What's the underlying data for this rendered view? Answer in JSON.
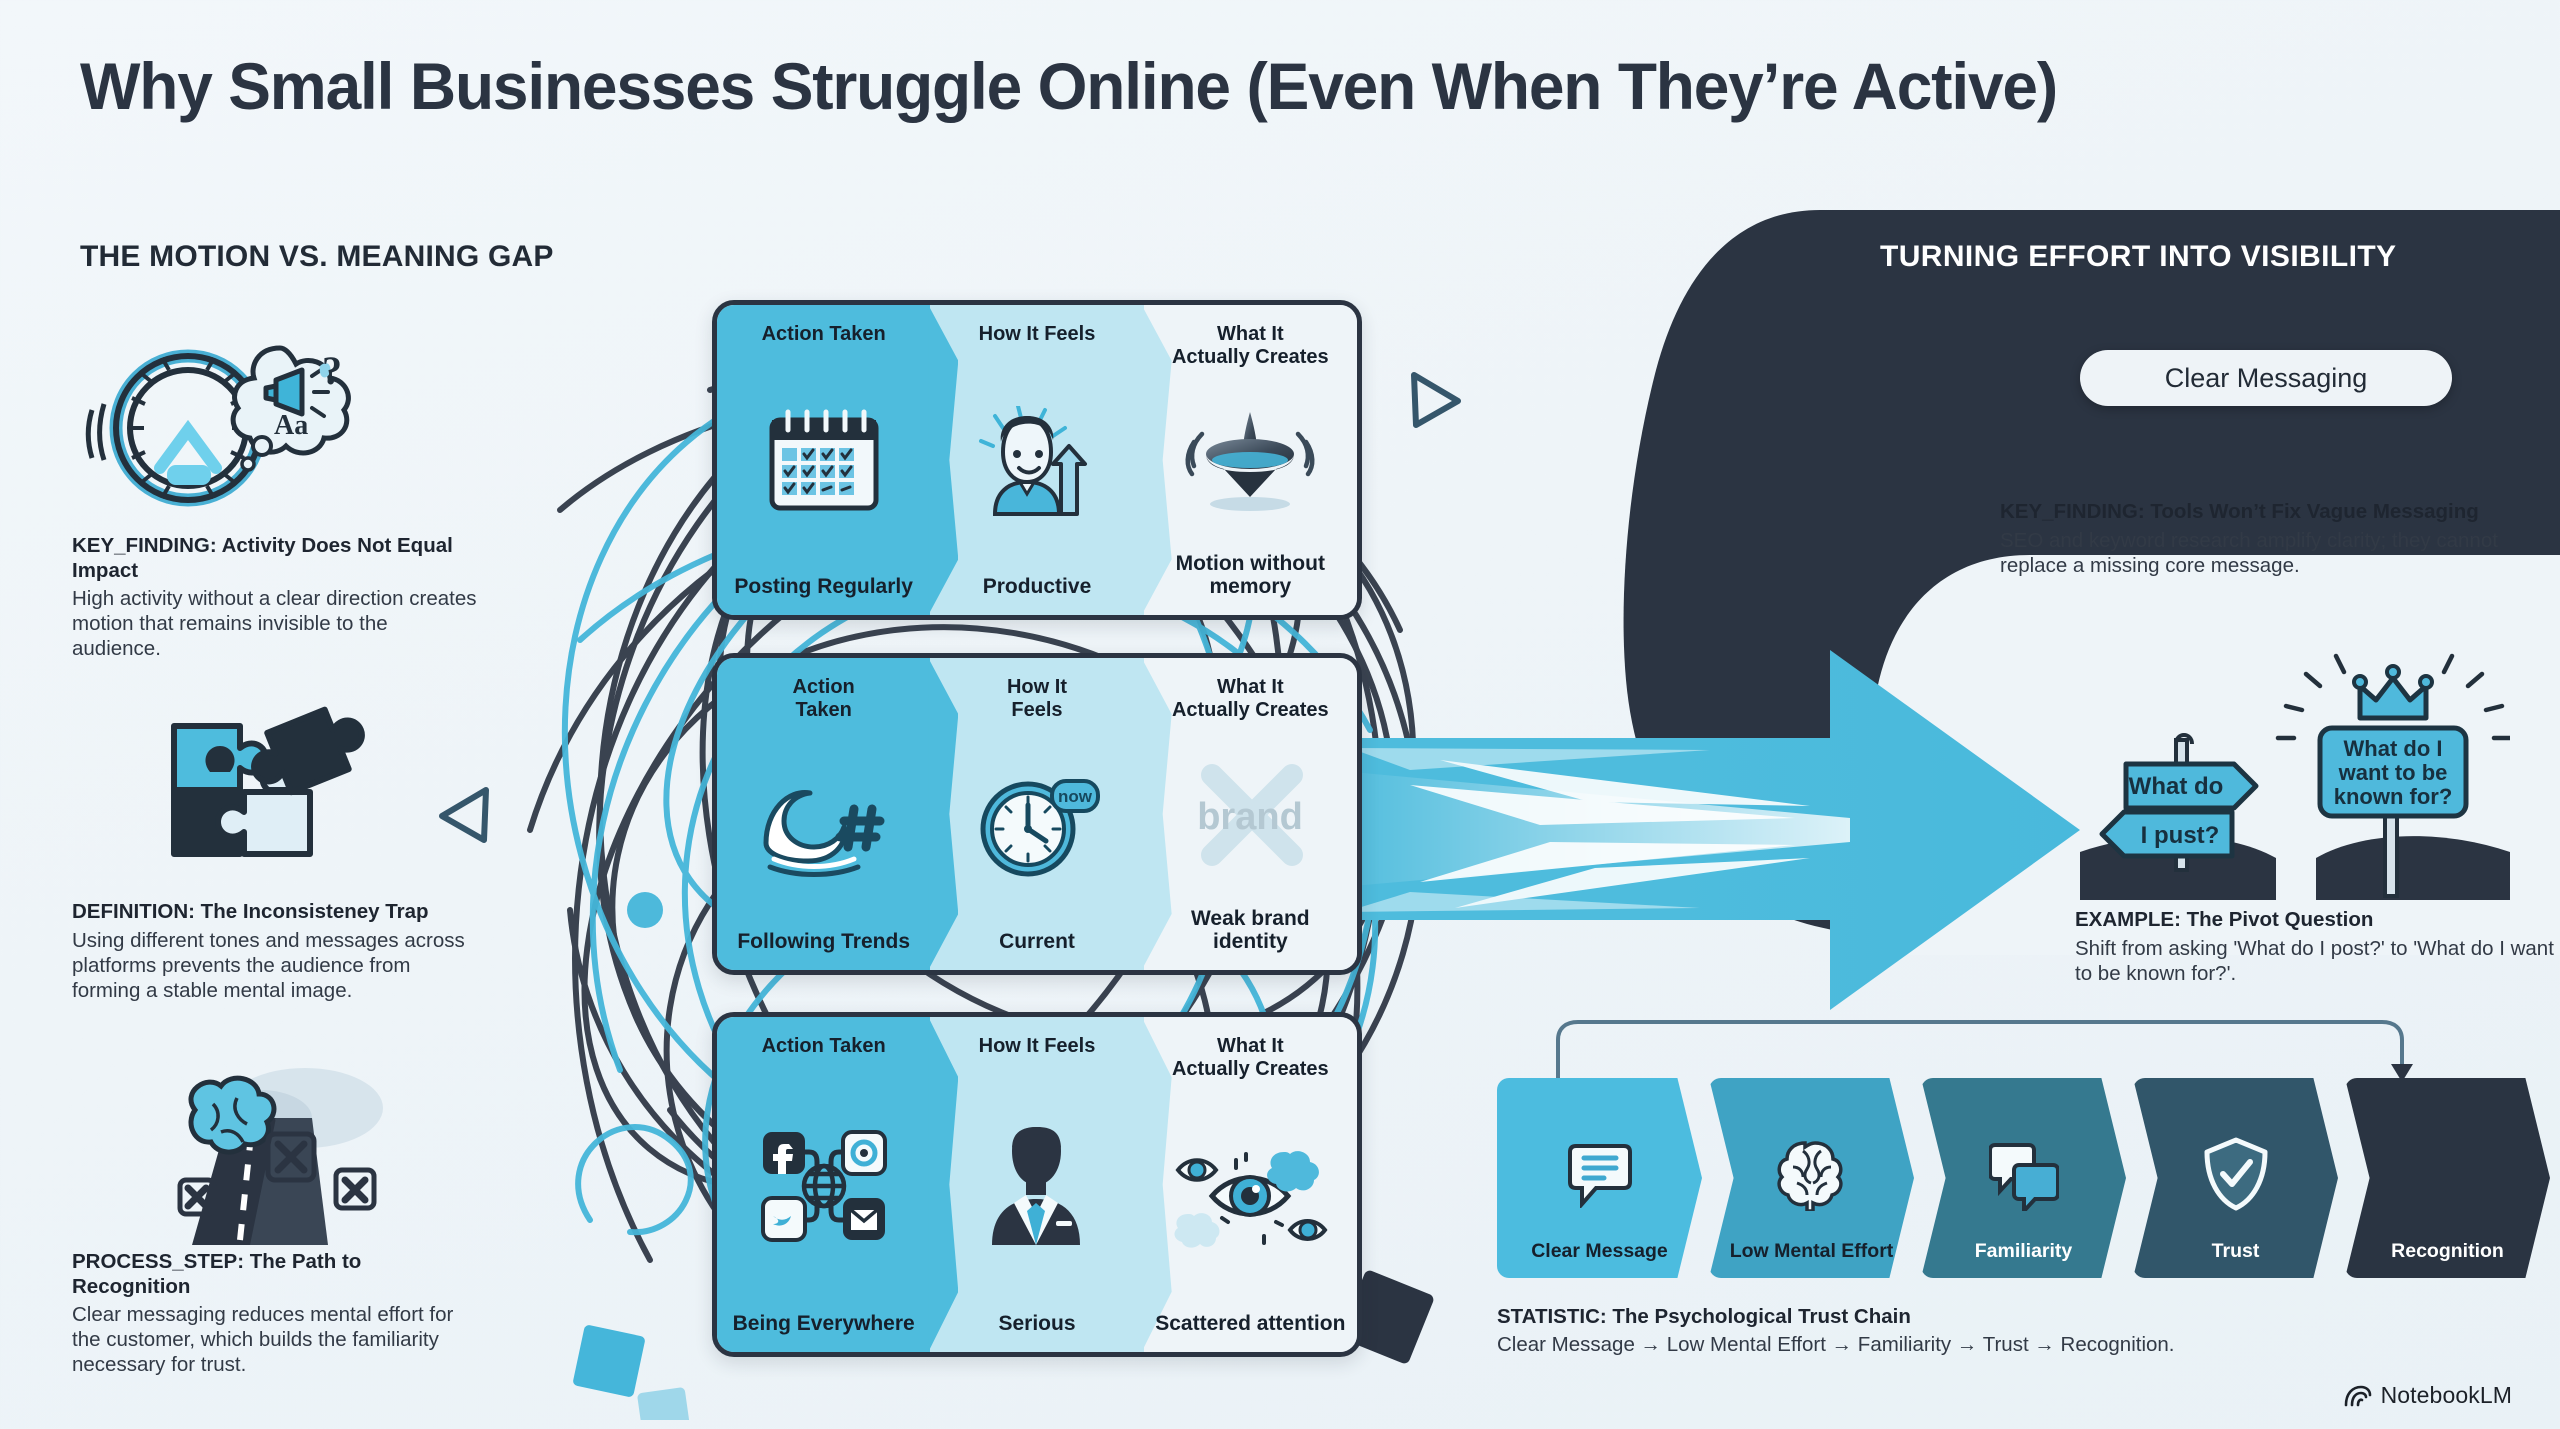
{
  "header": {
    "title": "Why Small Businesses Struggle Online (Even When They’re Active)"
  },
  "left_panel": {
    "section_title": "THE MOTION VS. MEANING GAP",
    "notes": [
      {
        "icon": "hamster-wheel-icon",
        "title": "KEY_FINDING: Activity Does Not Equal Impact",
        "body": "High activity without a clear direction creates motion that remains invisible to the audience."
      },
      {
        "icon": "puzzle-pieces-icon",
        "title": "DEFINITION: The Inconsisteney Trap",
        "body": "Using different tones and messages across platforms prevents the audience from forming a stable mental image."
      },
      {
        "icon": "brain-road-icon",
        "title": "PROCESS_STEP: The Path to Recognition",
        "body": "Clear messaging reduces mental effort for the customer, which builds the familiarity necessary for trust."
      }
    ]
  },
  "center_cards": [
    {
      "column_headers": [
        "Action Taken",
        "How It Feels",
        "What It\nActually Creates"
      ],
      "icons": [
        "calendar-checkmarks-icon",
        "happy-person-arrow-icon",
        "spinning-top-icon"
      ],
      "captions": [
        "Posting Regularly",
        "Productive",
        "Motion without memory"
      ]
    },
    {
      "column_headers": [
        "Action\nTaken",
        "How It\nFeels",
        "What It\nActually Creates"
      ],
      "icons": [
        "wave-hashtag-icon",
        "clock-now-icon",
        "crossed-out-brand-icon"
      ],
      "captions": [
        "Following Trends",
        "Current",
        "Weak brand identity"
      ],
      "icon_labels": {
        "clock_badge": "now",
        "brand_word": "brand"
      }
    },
    {
      "column_headers": [
        "Action Taken",
        "How It Feels",
        "What It\nActually Creates"
      ],
      "icons": [
        "social-network-icons",
        "serious-businessman-icon",
        "scattered-eyes-icon"
      ],
      "captions": [
        "Being Everywhere",
        "Serious",
        "Scattered attention"
      ]
    }
  ],
  "right_panel": {
    "section_title": "TURNING EFFORT INTO VISIBILITY",
    "pill_label": "Clear Messaging",
    "notes": [
      {
        "title": "KEY_FINDING: Tools Won’t Fix Vague Messaging",
        "body": "SEO and keyword research amplify clarity; they cannot replace a missing core message."
      },
      {
        "title": "EXAMPLE: The Pivot Question",
        "body": "Shift from asking 'What do I post?' to 'What do I want to be known for?'."
      }
    ],
    "signpost": {
      "left_sign_line1": "What do",
      "left_sign_line2": "I pust?",
      "right_sign": "What do I want to be known for?"
    },
    "trust_chain": {
      "steps": [
        {
          "label": "Clear Message",
          "icon": "speech-bubble-lines-icon",
          "color": "#4cbcdf",
          "text_color": "#16202c"
        },
        {
          "label": "Low Mental Effort",
          "icon": "brain-icon",
          "color": "#3fa3c4",
          "text_color": "#16202c"
        },
        {
          "label": "Familiarity",
          "icon": "two-speech-bubbles-icon",
          "color": "#35798f",
          "text_color": "#ffffff"
        },
        {
          "label": "Trust",
          "icon": "shield-check-icon",
          "color": "#31566a",
          "text_color": "#ffffff"
        },
        {
          "label": "Recognition",
          "icon": "none",
          "color": "#2a3442",
          "text_color": "#ffffff"
        }
      ],
      "statistic_title": "STATISTIC: The Psychological Trust Chain",
      "statistic_body": "Clear Message → Low Mental Effort → Familiarity → Trust → Recognition."
    }
  },
  "watermark": {
    "label": "NotebookLM",
    "icon": "notebooklm-logo-icon"
  },
  "colors": {
    "background": "#eef4f8",
    "dark": "#2b3442",
    "accent_cyan": "#4ebcdd",
    "pale_cyan": "#bfe6f2",
    "text": "#1e2530"
  }
}
